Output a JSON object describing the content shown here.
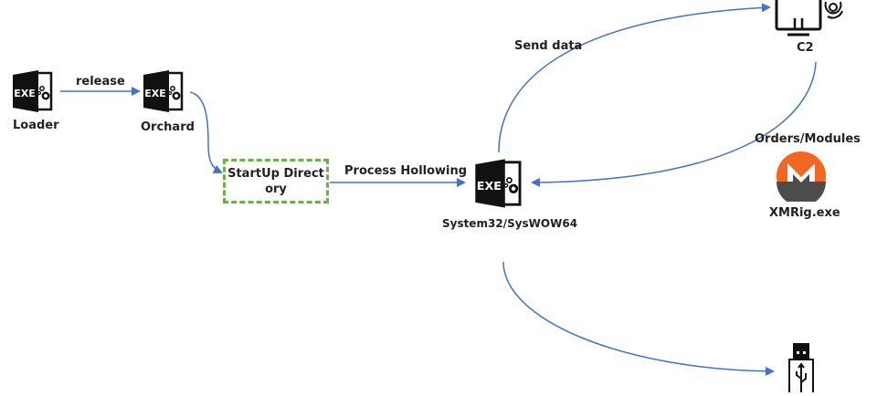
{
  "nodes": {
    "loader": {
      "label": "Loader",
      "icon": "exe-icon"
    },
    "orchard": {
      "label": "Orchard",
      "icon": "exe-icon"
    },
    "startup": {
      "label_line1": "StartUp Direct",
      "label_line2": "ory"
    },
    "system32": {
      "label": "System32/SysWOW64",
      "icon": "exe-icon"
    },
    "c2": {
      "label": "C2",
      "icon": "monitor-biohazard-icon"
    },
    "xmrig": {
      "label": "XMRig.exe",
      "icon": "monero-icon"
    },
    "usb": {
      "icon": "usb-drive-icon"
    }
  },
  "edges": {
    "release": "release",
    "process_hollowing": "Process Hollowing",
    "send_data": "Send data",
    "orders_modules": "Orders/Modules"
  },
  "exe_text": "EXE",
  "colors": {
    "arrow": "#4472c4",
    "dashed_border": "#6ab04c",
    "monero_orange": "#f26822",
    "monero_gray": "#4c4c4c"
  }
}
